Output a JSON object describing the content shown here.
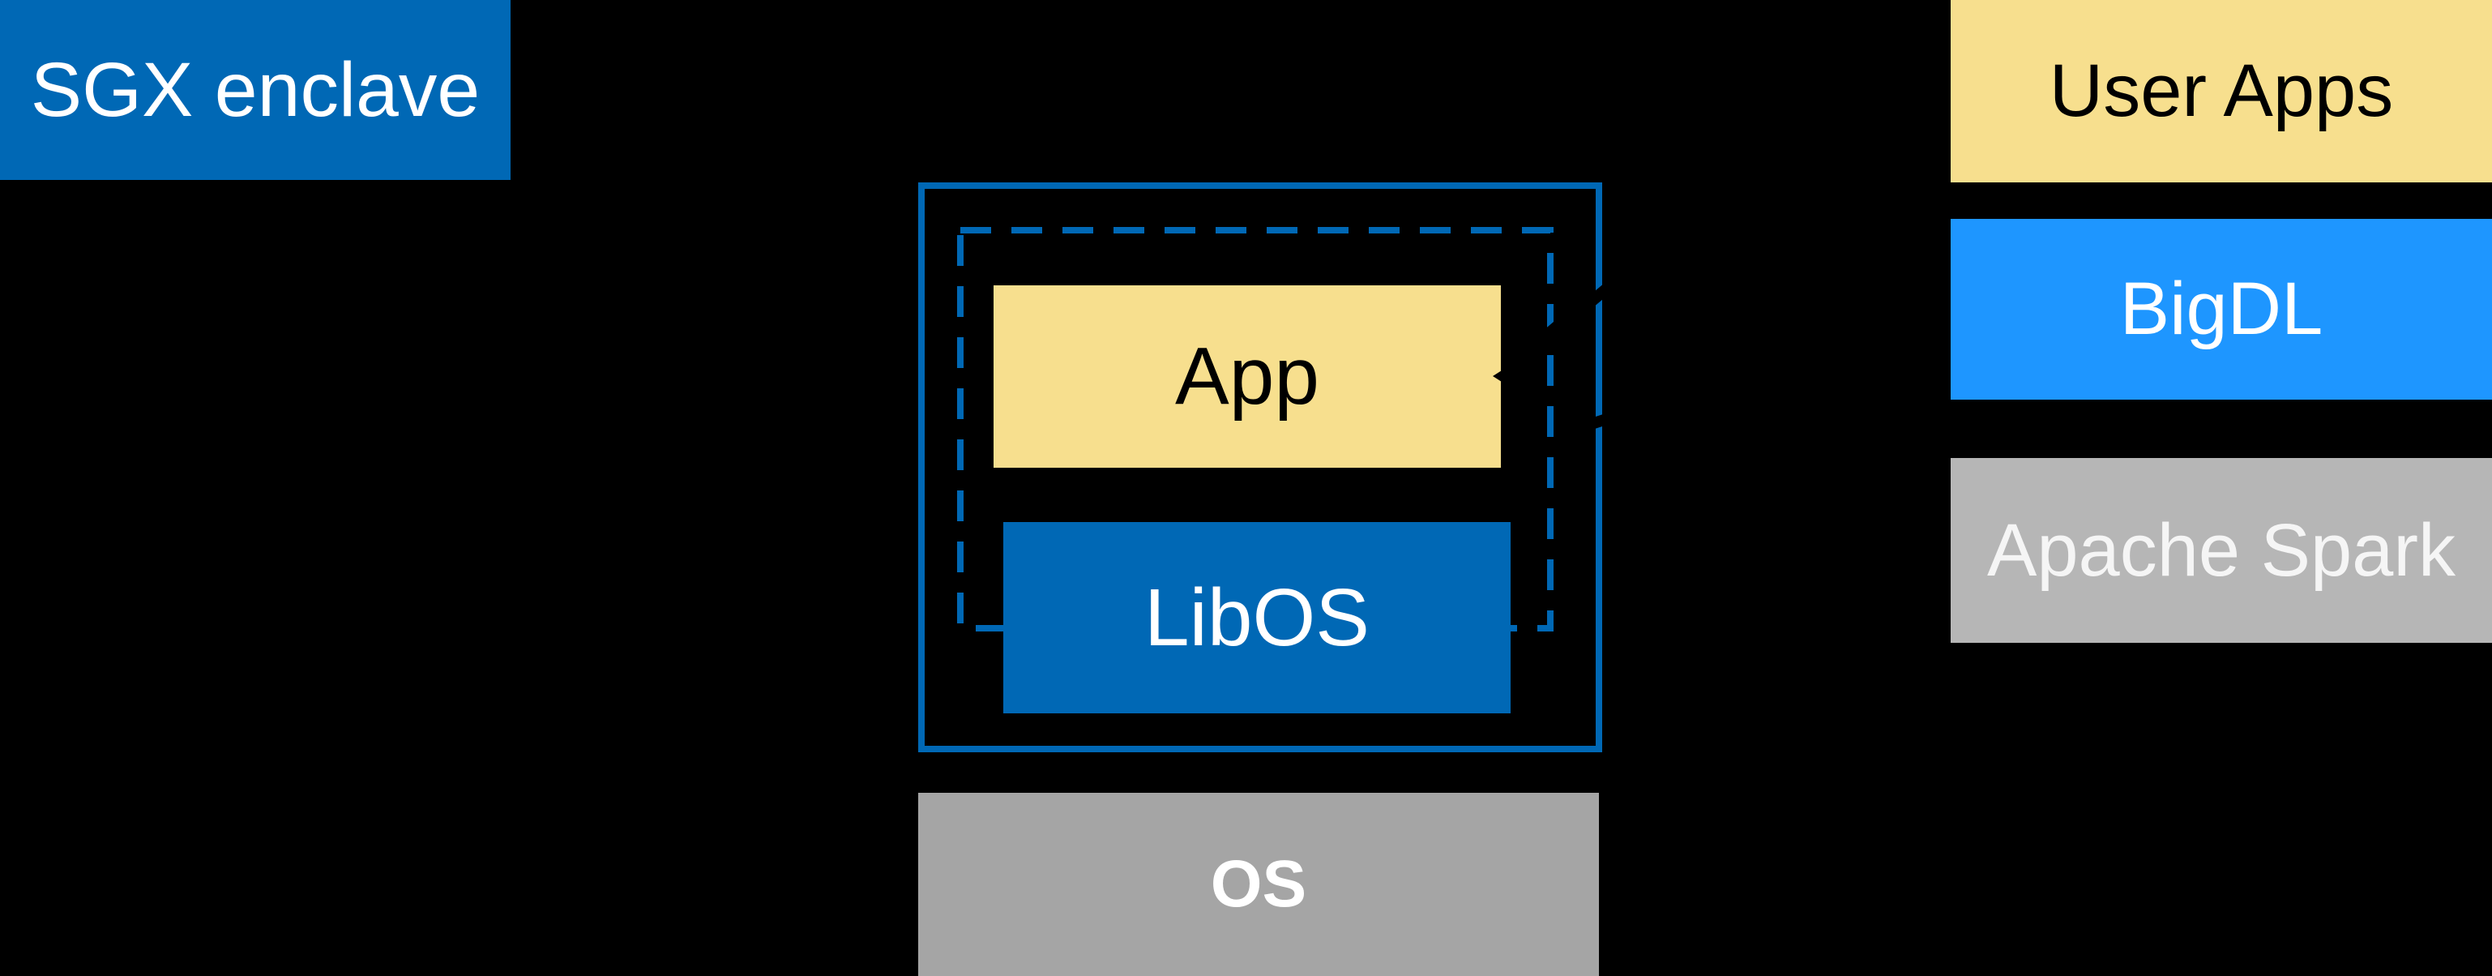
{
  "canvas": {
    "background": "#000000"
  },
  "colors": {
    "enclave_blue": "#0068B5",
    "bigdl_blue": "#1E96FF",
    "app_yellow": "#F7DF8E",
    "spark_gray": "#B6B6B6",
    "os_gray": "#A5A5A5",
    "text_dark": "#000000",
    "text_light": "#FFFFFF",
    "arrow_black": "#000000"
  },
  "diagram": {
    "sgx_label": "SGX enclave",
    "app_label": "App",
    "libos_label": "LibOS",
    "os_label": "OS",
    "stack": [
      {
        "label": "User Apps"
      },
      {
        "label": "BigDL"
      },
      {
        "label": "Apache Spark"
      }
    ]
  }
}
